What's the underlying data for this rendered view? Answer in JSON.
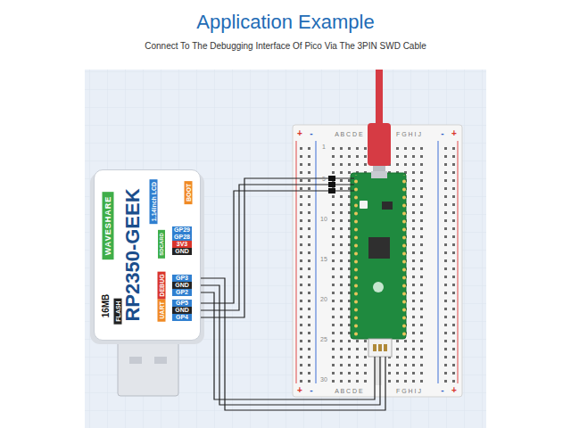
{
  "diagram": {
    "title": "Application Example",
    "caption": "Connect To The Debugging Interface Of Pico Via The 3PIN SWD Cable",
    "nodes": [
      {
        "text": [
          "WAVESHARE",
          "RP2350-GEEK",
          "16MB",
          "FLASH"
        ]
      }
    ],
    "labels": [
      "1.14inch LCD",
      "BOOT",
      "SDCARD",
      "GP29",
      "GP28",
      "3V3",
      "GND",
      "DEBUG",
      "GP3",
      "GND",
      "GP2",
      "UART",
      "GP5",
      "GND",
      "GP4",
      "+",
      "-",
      "A B C D E",
      "F G H I J",
      "-",
      "+",
      "+",
      "-",
      "A B C D E",
      "F G H I J",
      "-",
      "+",
      "1",
      "5",
      "10",
      "15",
      "20",
      "25",
      "30"
    ]
  }
}
